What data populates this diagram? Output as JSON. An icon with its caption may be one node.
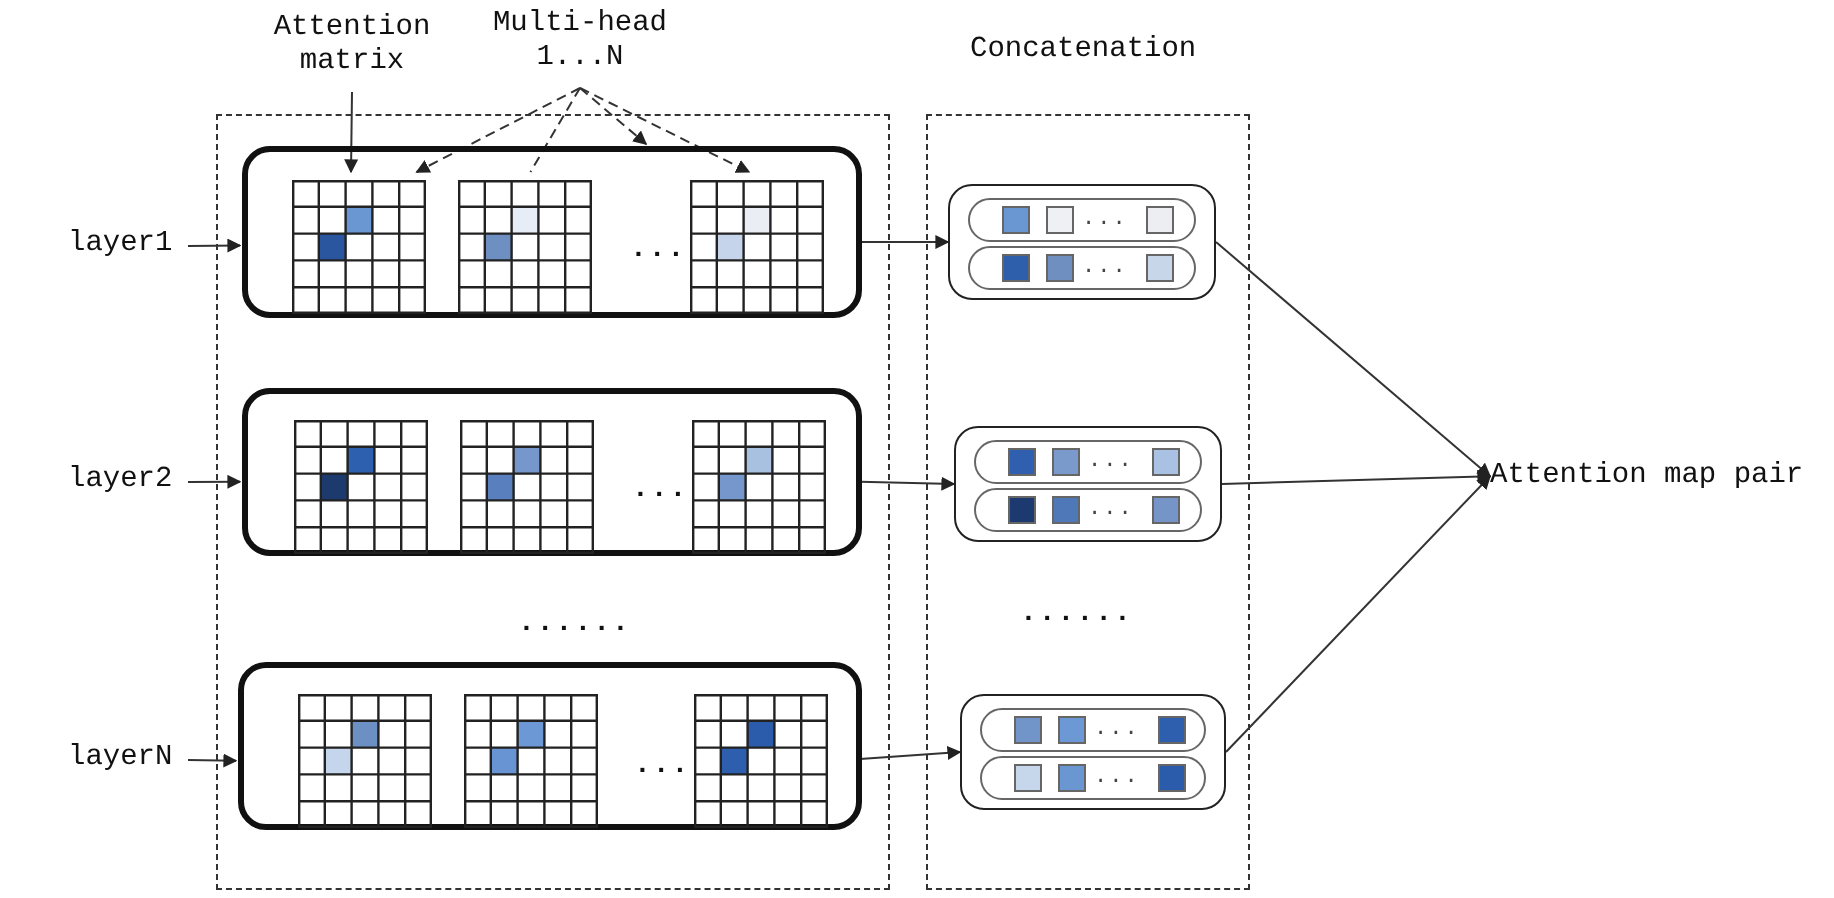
{
  "diagram": {
    "nodes": [
      {
        "text": [
          "Attention matrix"
        ]
      },
      {
        "text": [
          "Multi-head 1...N"
        ]
      },
      {
        "text": [],
        "shape": "box"
      },
      {
        "text": [],
        "shape": "box",
        "in": 2
      },
      {
        "text": [],
        "shape": "grid",
        "in": 3
      },
      {
        "text": [],
        "shape": "grid",
        "in": 3
      },
      {
        "text": [],
        "shape": "grid",
        "in": 3
      },
      {
        "text": [],
        "shape": "box",
        "in": 2
      },
      {
        "text": [],
        "shape": "grid",
        "in": 7
      },
      {
        "text": [],
        "shape": "grid",
        "in": 7
      },
      {
        "text": [],
        "shape": "grid",
        "in": 7
      },
      {
        "text": [],
        "shape": "box",
        "in": 2
      },
      {
        "text": [],
        "shape": "grid",
        "in": 11
      },
      {
        "text": [],
        "shape": "grid",
        "in": 11
      },
      {
        "text": [],
        "shape": "grid",
        "in": 11
      },
      {
        "text": [
          "Concatenation"
        ]
      },
      {
        "text": [],
        "shape": "box",
        "in": 15
      },
      {
        "text": [],
        "shape": "box",
        "in": 15
      },
      {
        "text": [],
        "shape": "box",
        "in": 15
      },
      {
        "text": [
          "layer1"
        ]
      },
      {
        "text": [
          "layer2"
        ]
      },
      {
        "text": [
          "layerN"
        ]
      },
      {
        "text": [
          "Attention map pair"
        ]
      }
    ],
    "edges": [
      {
        "from": 0,
        "to": 4,
        "arrow": "to"
      },
      {
        "from": 1,
        "to": 4,
        "arrow": "to",
        "style": "dashed"
      },
      {
        "from": 1,
        "to": 5,
        "arrow": "none",
        "style": "dashed"
      },
      {
        "from": 1,
        "to": 3,
        "arrow": "to",
        "style": "dashed"
      },
      {
        "from": 1,
        "to": 6,
        "arrow": "to",
        "style": "dashed"
      },
      {
        "from": 19,
        "to": 3,
        "arrow": "to"
      },
      {
        "from": 20,
        "to": 7,
        "arrow": "to"
      },
      {
        "from": 21,
        "to": 11,
        "arrow": "to"
      },
      {
        "from": 3,
        "to": 16,
        "arrow": "to"
      },
      {
        "from": 7,
        "to": 17,
        "arrow": "to"
      },
      {
        "from": 11,
        "to": 18,
        "arrow": "to"
      },
      {
        "from": 16,
        "to": 22,
        "arrow": "to"
      },
      {
        "from": 17,
        "to": 22,
        "arrow": "to"
      },
      {
        "from": 18,
        "to": 22,
        "arrow": "to"
      }
    ],
    "labels": [
      "...",
      "...",
      "...",
      "...",
      "...",
      "...",
      "......",
      "......",
      "...",
      "...",
      "..."
    ]
  }
}
